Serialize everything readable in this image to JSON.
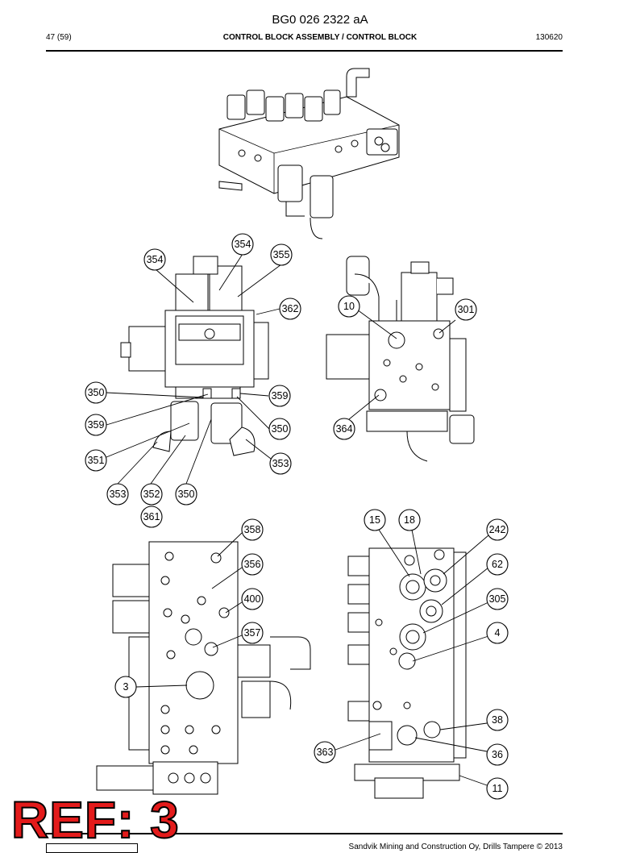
{
  "header": {
    "doc_number": "BG0 026 2322 aA",
    "page": "47 (59)",
    "title": "CONTROL BLOCK ASSEMBLY / CONTROL BLOCK",
    "date": "130620"
  },
  "footer": {
    "copyright": "Sandvik Mining and Construction Oy, Drills Tampere © 2013"
  },
  "ref_stamp": "REF: 3",
  "callouts": {
    "c354a": "354",
    "c354b": "354",
    "c355": "355",
    "c362": "362",
    "c350a": "350",
    "c359a": "359",
    "c359b": "359",
    "c350b": "350",
    "c351": "351",
    "c353a": "353",
    "c353b": "353",
    "c352": "352",
    "c350c": "350",
    "c361": "361",
    "c10": "10",
    "c301": "301",
    "c364": "364",
    "c358": "358",
    "c356": "356",
    "c400": "400",
    "c357": "357",
    "c3": "3",
    "c15": "15",
    "c18": "18",
    "c242": "242",
    "c62": "62",
    "c305": "305",
    "c4": "4",
    "c38": "38",
    "c363": "363",
    "c36": "36",
    "c11": "11"
  }
}
